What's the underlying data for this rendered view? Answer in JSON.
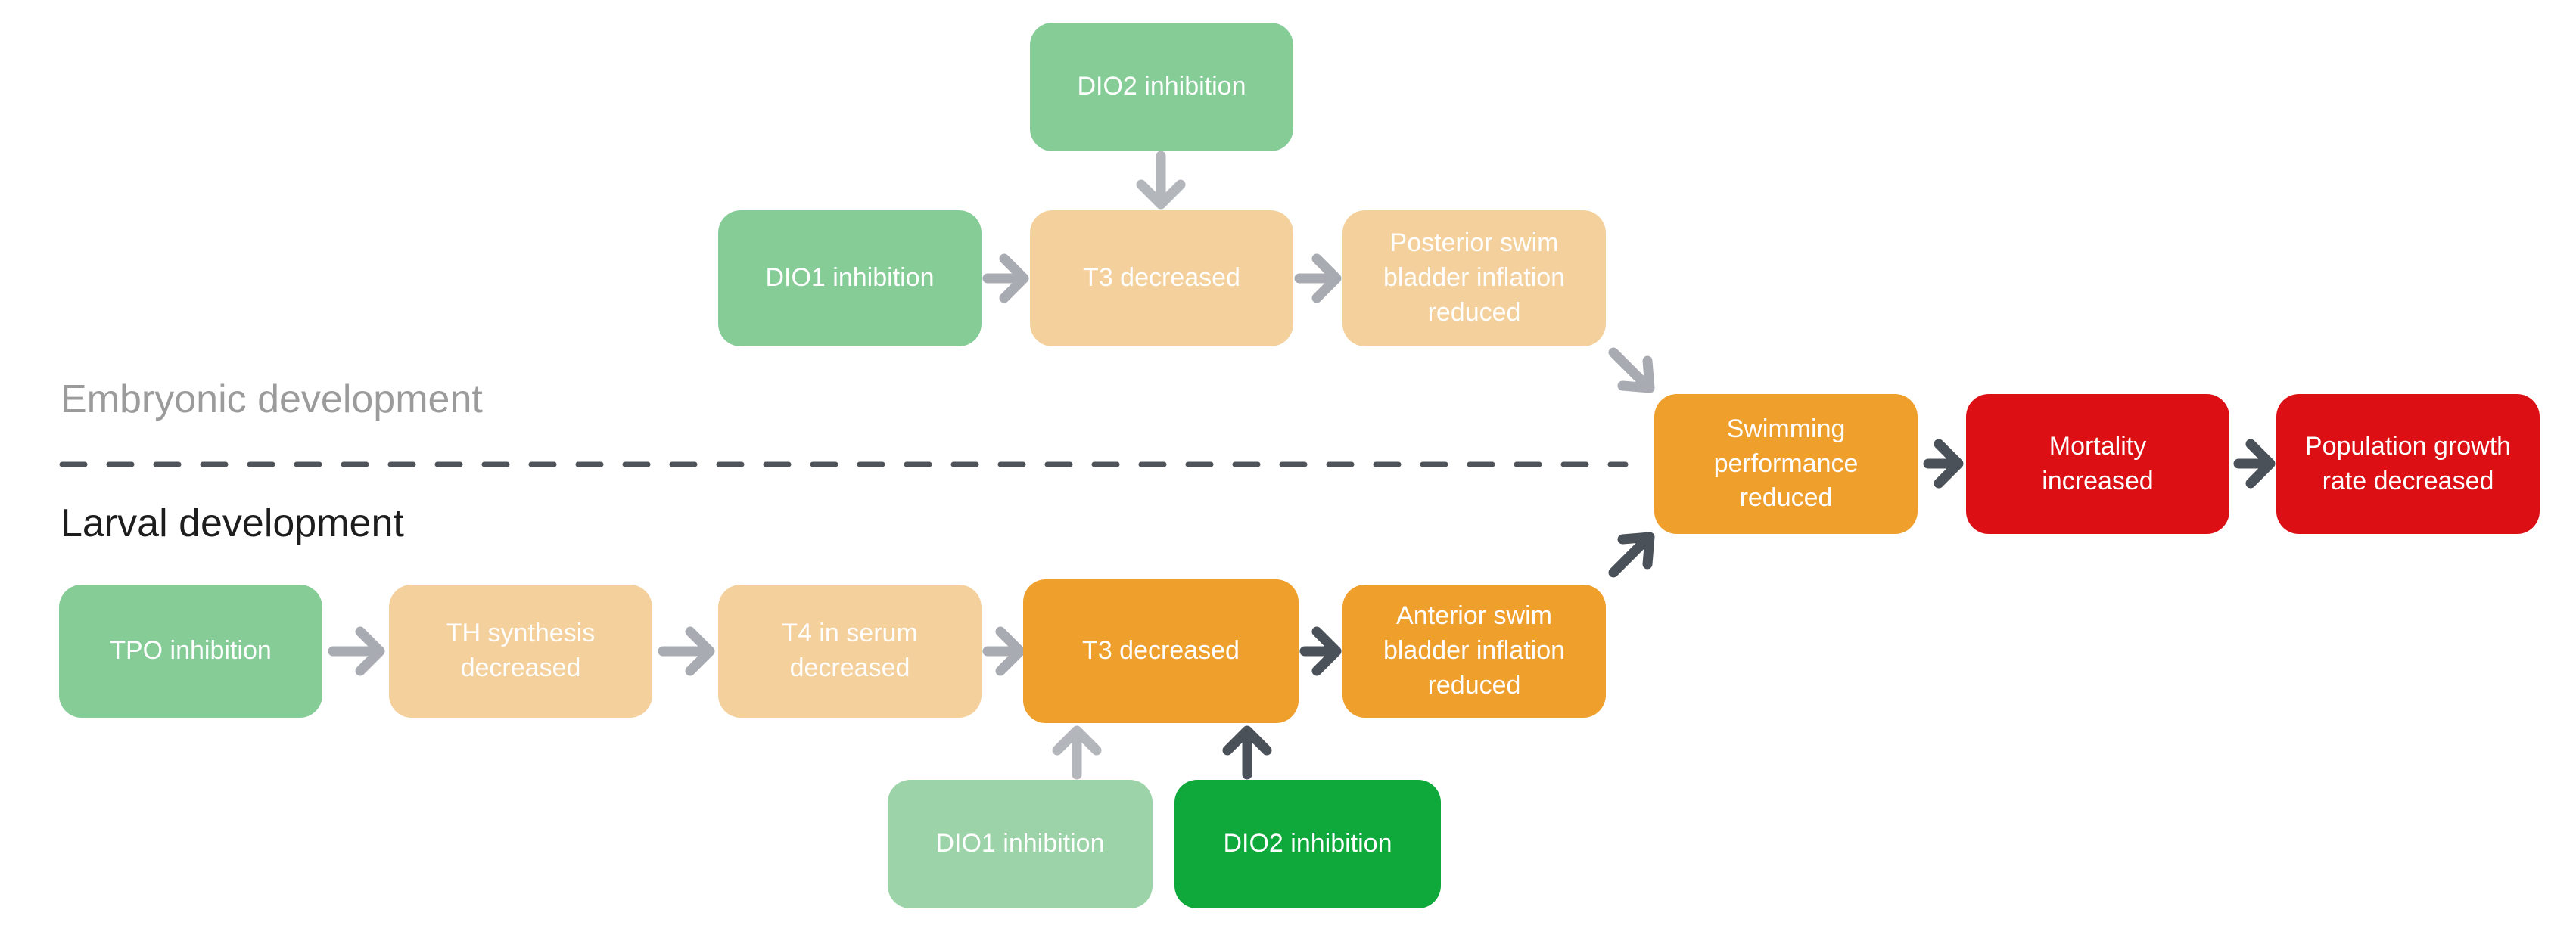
{
  "diagram": {
    "section_labels": {
      "embryonic": "Embryonic development",
      "larval": "Larval development"
    },
    "section_label_colors": {
      "embryonic": "#9b9b9c",
      "larval": "#1d1d1e"
    },
    "divider_color": "#4e545a",
    "node_text_color": "#ffffff",
    "arrow_colors": {
      "gray": "#a8acb2",
      "light_gray": "#b3b6bb",
      "dark": "#4b5158"
    },
    "nodes": {
      "dio2_embryonic": {
        "label": "DIO2 inhibition",
        "color": "#85cc97"
      },
      "dio1_embryonic": {
        "label": "DIO1 inhibition",
        "color": "#85cc97"
      },
      "t3_embryonic": {
        "label": "T3 decreased",
        "color": "#f4d09c"
      },
      "posterior_swim_bladder": {
        "label": "Posterior swim\nbladder inflation\nreduced",
        "color": "#f4d09c"
      },
      "tpo": {
        "label": "TPO inhibition",
        "color": "#85cc97"
      },
      "th_synthesis": {
        "label": "TH synthesis\ndecreased",
        "color": "#f4d09c"
      },
      "t4_serum": {
        "label": "T4 in serum\ndecreased",
        "color": "#f4d09c"
      },
      "t3_larval": {
        "label": "T3 decreased",
        "color": "#ee9f2c"
      },
      "anterior_swim_bladder": {
        "label": "Anterior swim\nbladder inflation\nreduced",
        "color": "#ee9f2c"
      },
      "dio1_larval": {
        "label": "DIO1 inhibition",
        "color": "#9cd3a8"
      },
      "dio2_larval": {
        "label": "DIO2 inhibition",
        "color": "#0fa83b"
      },
      "swimming_performance": {
        "label": "Swimming\nperformance\nreduced",
        "color": "#ee9f2c"
      },
      "mortality": {
        "label": "Mortality\nincreased",
        "color": "#dc1014"
      },
      "population_growth": {
        "label": "Population growth\nrate decreased",
        "color": "#dc1014"
      }
    },
    "edges": [
      {
        "from": "dio2_embryonic",
        "to": "t3_embryonic",
        "style": "light_gray"
      },
      {
        "from": "dio1_embryonic",
        "to": "t3_embryonic",
        "style": "gray"
      },
      {
        "from": "t3_embryonic",
        "to": "posterior_swim_bladder",
        "style": "gray"
      },
      {
        "from": "posterior_swim_bladder",
        "to": "swimming_performance",
        "style": "gray"
      },
      {
        "from": "tpo",
        "to": "th_synthesis",
        "style": "gray"
      },
      {
        "from": "th_synthesis",
        "to": "t4_serum",
        "style": "gray"
      },
      {
        "from": "t4_serum",
        "to": "t3_larval",
        "style": "gray"
      },
      {
        "from": "t3_larval",
        "to": "anterior_swim_bladder",
        "style": "dark"
      },
      {
        "from": "anterior_swim_bladder",
        "to": "swimming_performance",
        "style": "dark"
      },
      {
        "from": "dio1_larval",
        "to": "t3_larval",
        "style": "light_gray"
      },
      {
        "from": "dio2_larval",
        "to": "t3_larval",
        "style": "dark"
      },
      {
        "from": "swimming_performance",
        "to": "mortality",
        "style": "dark"
      },
      {
        "from": "mortality",
        "to": "population_growth",
        "style": "dark"
      }
    ]
  }
}
